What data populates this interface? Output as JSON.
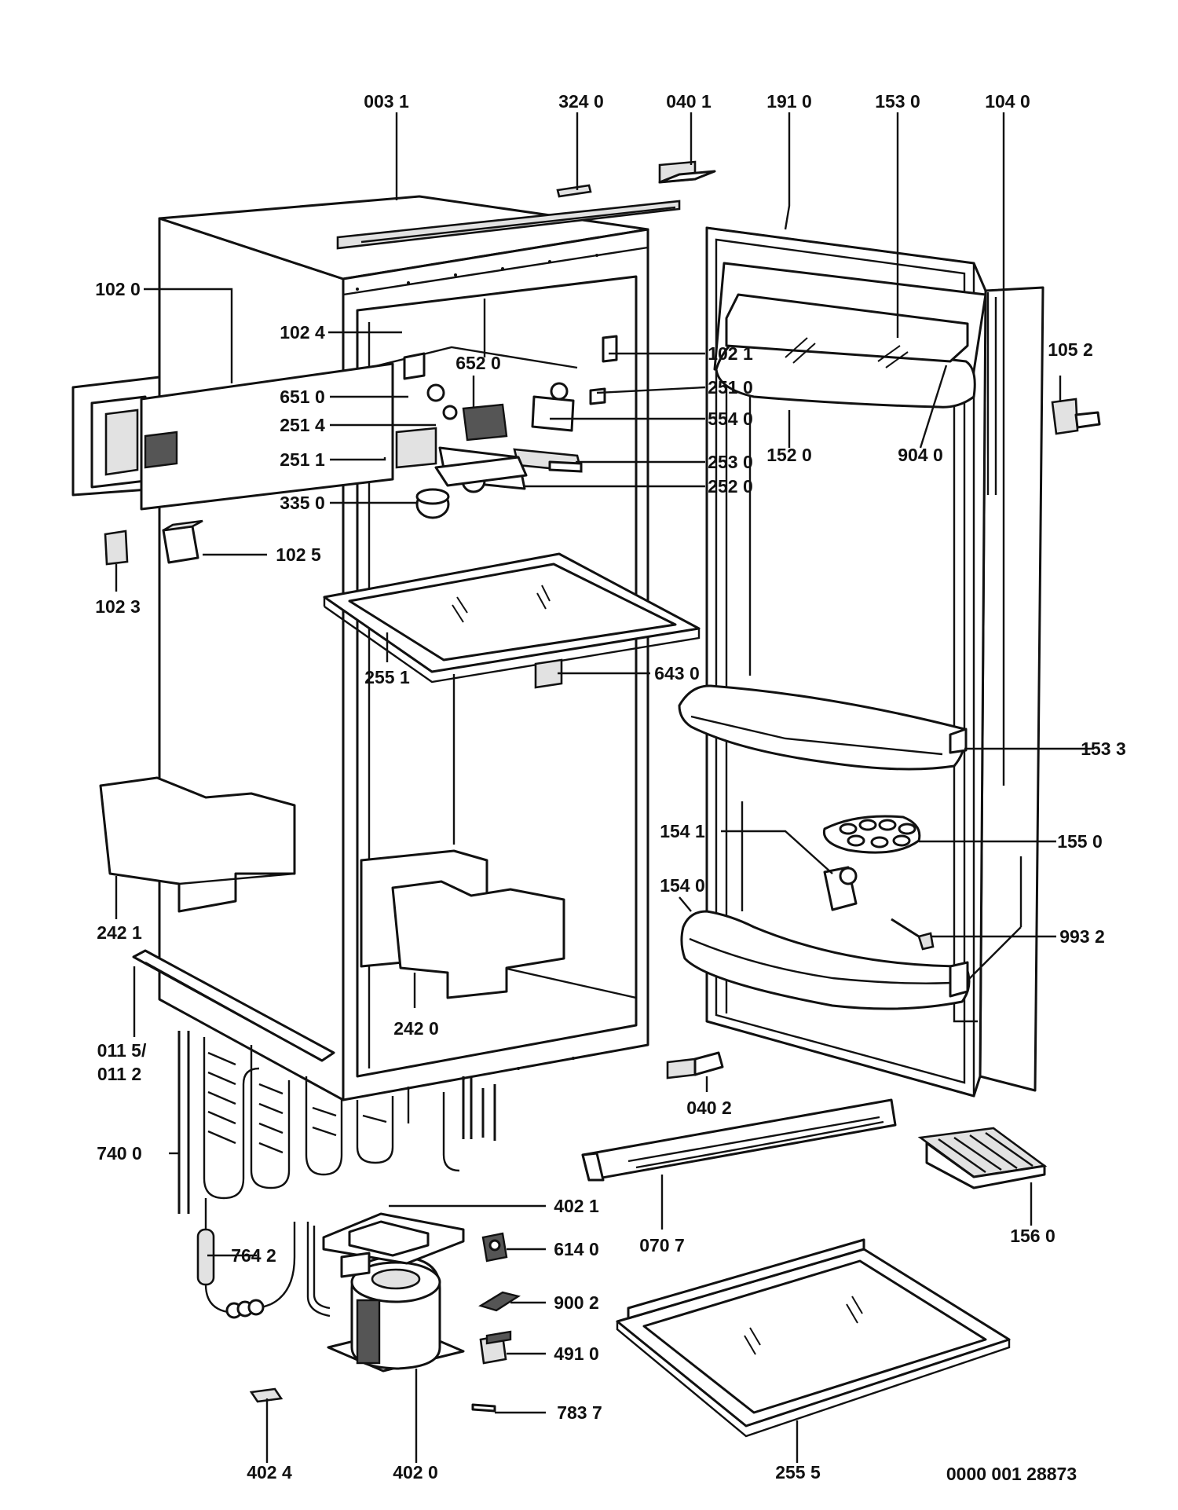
{
  "drawing_number": "0000 001 28873",
  "labels": {
    "l0031": "003 1",
    "l3240": "324 0",
    "l0401": "040 1",
    "l1910": "191 0",
    "l1530": "153 0",
    "l1040": "104 0",
    "l1020": "102 0",
    "l1024": "102 4",
    "l6520": "652 0",
    "l1021": "102 1",
    "l1052": "105 2",
    "l6510": "651 0",
    "l2510": "251 0",
    "l2514": "251 4",
    "l5540": "554 0",
    "l1520": "152 0",
    "l9040": "904 0",
    "l2511": "251 1",
    "l2530": "253 0",
    "l2520": "252 0",
    "l3350": "335 0",
    "l1025": "102 5",
    "l1023": "102 3",
    "l2551": "255 1",
    "l6430": "643 0",
    "l1533": "153 3",
    "l1541": "154 1",
    "l1550": "155 0",
    "l1540": "154 0",
    "l2421": "242 1",
    "l9932": "993 2",
    "l2420": "242 0",
    "l0115": "011 5/",
    "l0112": "011 2",
    "l0402": "040 2",
    "l7400": "740 0",
    "l4021": "402 1",
    "l6140": "614 0",
    "l0707": "070 7",
    "l1560": "156 0",
    "l7642": "764 2",
    "l9002": "900 2",
    "l4910": "491 0",
    "l7837": "783 7",
    "l4024": "402 4",
    "l4020": "402 0",
    "l2555": "255 5"
  }
}
